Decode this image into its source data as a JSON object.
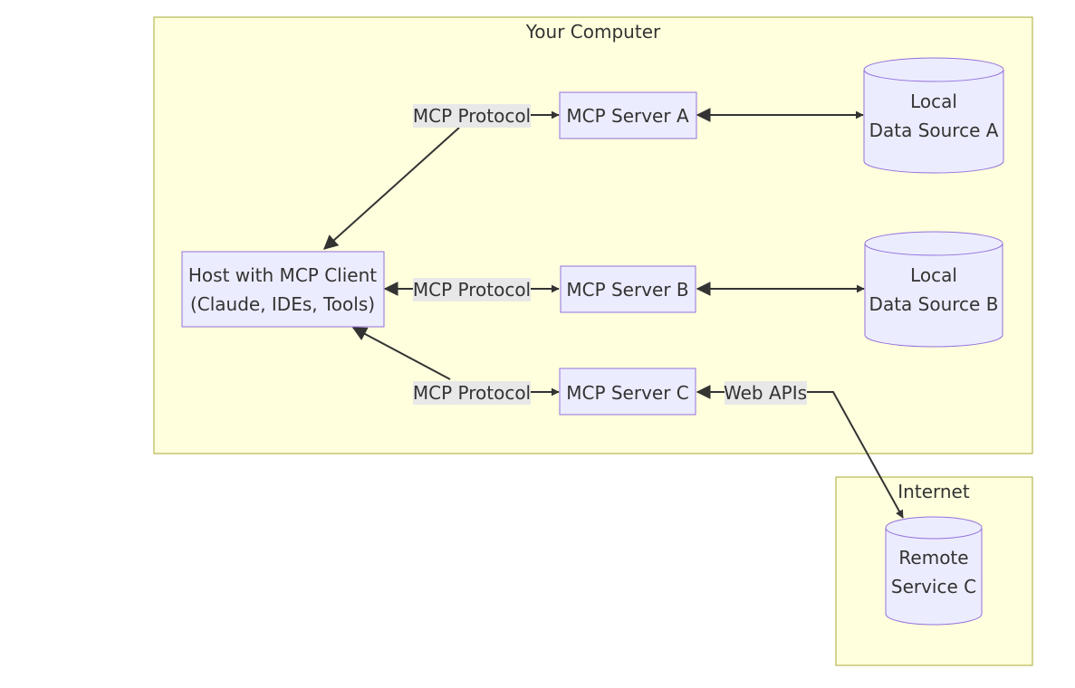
{
  "clusters": {
    "computer": {
      "label": "Your Computer"
    },
    "internet": {
      "label": "Internet"
    }
  },
  "nodes": {
    "host": {
      "line1": "Host with MCP Client",
      "line2": "(Claude, IDEs, Tools)"
    },
    "server_a": {
      "label": "MCP Server A"
    },
    "server_b": {
      "label": "MCP Server B"
    },
    "server_c": {
      "label": "MCP Server C"
    },
    "data_a": {
      "line1": "Local",
      "line2": "Data Source A"
    },
    "data_b": {
      "line1": "Local",
      "line2": "Data Source B"
    },
    "remote_c": {
      "line1": "Remote",
      "line2": "Service C"
    }
  },
  "edges": {
    "host_a": {
      "label": "MCP Protocol"
    },
    "host_b": {
      "label": "MCP Protocol"
    },
    "host_c": {
      "label": "MCP Protocol"
    },
    "c_remote": {
      "label": "Web APIs"
    }
  },
  "colors": {
    "cluster_fill": "#ffffde",
    "cluster_stroke": "#aaaa33",
    "node_fill": "#ececff",
    "node_stroke": "#9370db",
    "edge": "#333333",
    "label_bg": "#e8e8e8"
  }
}
